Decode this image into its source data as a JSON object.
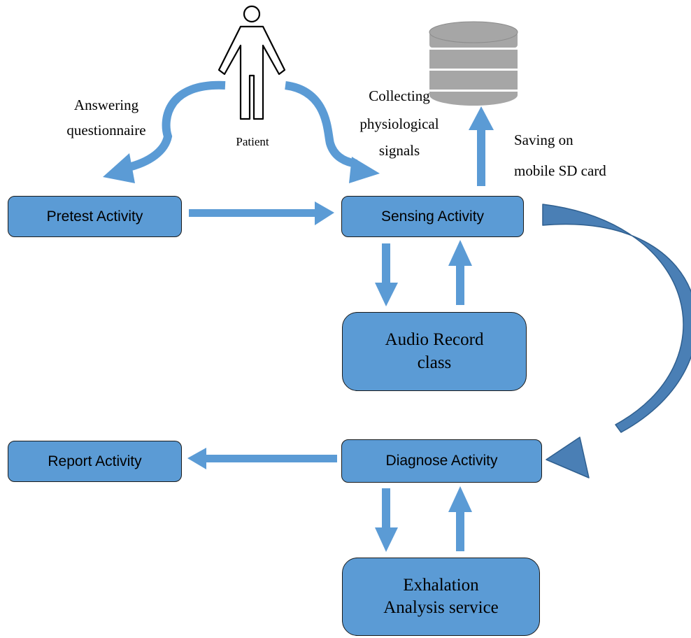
{
  "boxes": {
    "pretest": "Pretest Activity",
    "sensing": "Sensing Activity",
    "audio": {
      "line1": "Audio Record",
      "line2": "class"
    },
    "report": "Report Activity",
    "diagnose": "Diagnose Activity",
    "exhalation": {
      "line1": "Exhalation",
      "line2": "Analysis service"
    }
  },
  "labels": {
    "answering": {
      "line1": "Answering",
      "line2": "questionnaire"
    },
    "patient": "Patient",
    "collecting": {
      "line1": "Collecting",
      "line2": "physiological",
      "line3": "signals"
    },
    "saving": {
      "line1": "Saving on",
      "line2": "mobile SD card"
    }
  },
  "icons": {
    "patient": "person-icon",
    "storage": "database-icon"
  },
  "colors": {
    "box_fill": "#5b9bd5",
    "arrow": "#5b9bd5",
    "curved_arrow": "#4a7fb5",
    "database": "#a6a6a6"
  }
}
